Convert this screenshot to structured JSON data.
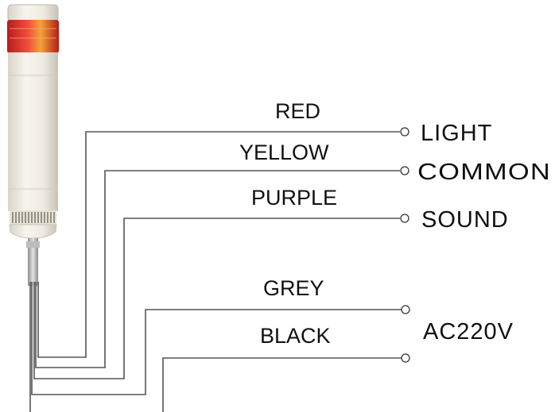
{
  "diagram": {
    "device": "signal-tower-light",
    "wires": [
      {
        "color_name": "RED",
        "terminal": "LIGHT"
      },
      {
        "color_name": "YELLOW",
        "terminal": "COMMON"
      },
      {
        "color_name": "PURPLE",
        "terminal": "SOUND"
      },
      {
        "color_name": "GREY",
        "terminal": ""
      },
      {
        "color_name": "BLACK",
        "terminal": ""
      }
    ],
    "power_label": "AC220V"
  },
  "colors": {
    "lens_red": "#d42a24",
    "body": "#f3efe6",
    "wire": "#555555"
  }
}
